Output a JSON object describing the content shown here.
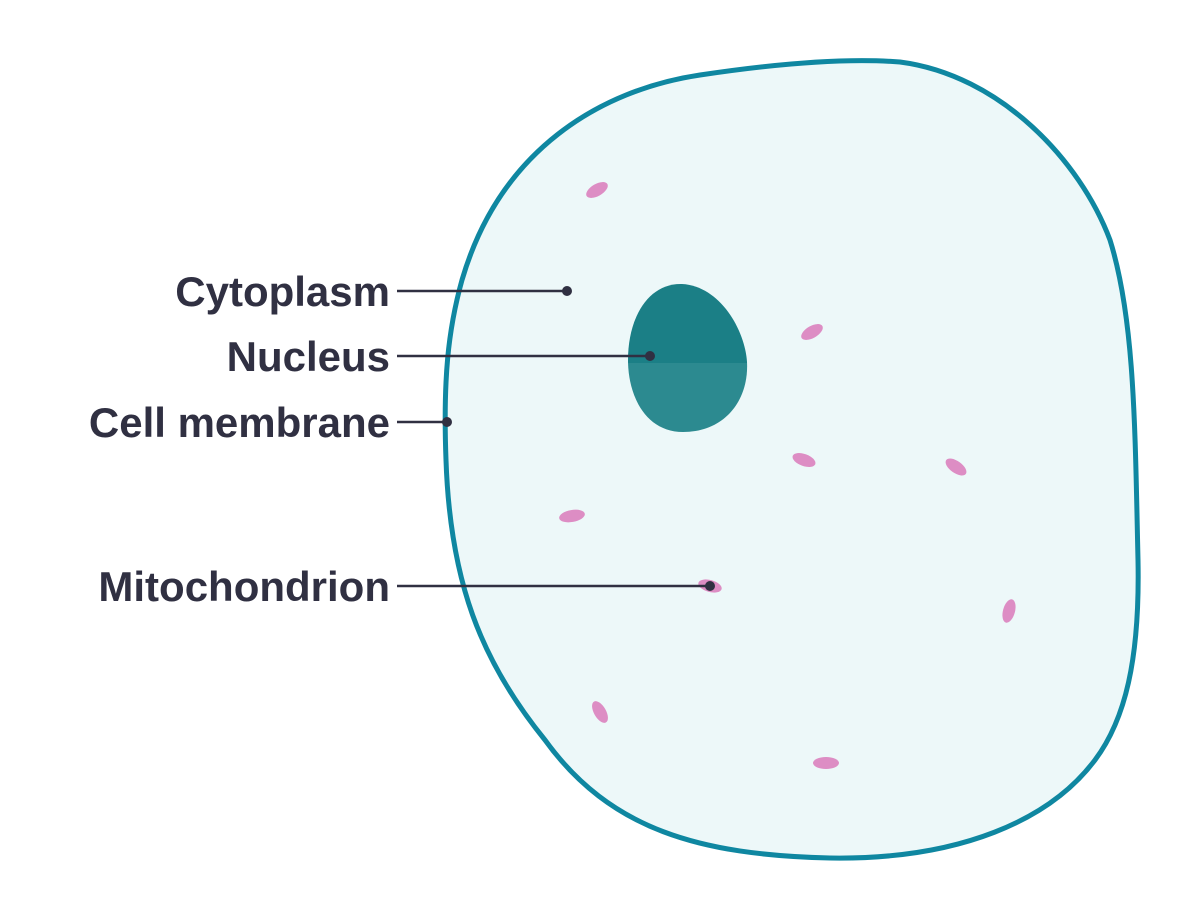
{
  "labels": {
    "cytoplasm": "Cytoplasm",
    "nucleus": "Nucleus",
    "cell_membrane": "Cell membrane",
    "mitochondrion": "Mitochondrion"
  },
  "colors": {
    "background": "#ffffff",
    "membrane_stroke": "#0f87a1",
    "cytoplasm_fill": "#edf8f9",
    "nucleus_top": "#1b7f86",
    "nucleus_bottom": "#2c8a90",
    "mitochondria": "#dd8dc4",
    "label_text": "#303042",
    "leader_line": "#303042"
  }
}
